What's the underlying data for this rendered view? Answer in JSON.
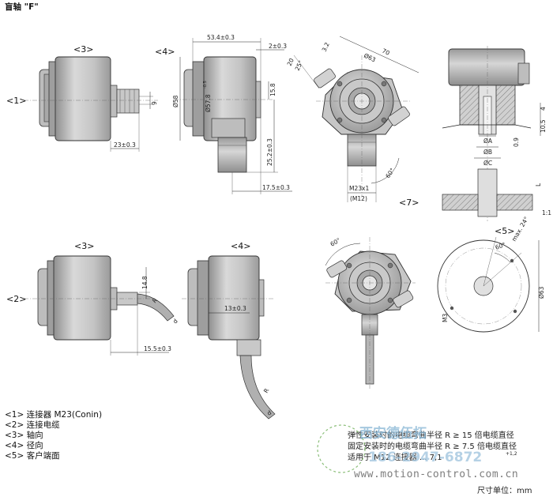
{
  "title": "盲轴 \"F\"",
  "tags": {
    "t1": "<1>",
    "t2": "<2>",
    "t3a": "<3>",
    "t3b": "<3>",
    "t4a": "<4>",
    "t4b": "<4>",
    "t5": "<5>",
    "t7": "<7>"
  },
  "dims": {
    "d23": "23±0.3",
    "d9": "9",
    "d534": "53.4±0.3",
    "d2": "2±0.3",
    "d58": "Ø58",
    "d576": "Ø57.8",
    "d576sup": "-0.5",
    "d158": "15.8",
    "d252": "25.2±0.3",
    "d175": "17.5±0.3",
    "d70": "70",
    "d63": "Ø63",
    "d32": "3.2",
    "d20": "20",
    "d25": "25°",
    "d60a": "60°",
    "dm23": "M23x1",
    "dm12": "(M12)",
    "d4": "4",
    "d105": "10.5",
    "d09": "0.9",
    "dA": "ØA",
    "dB": "ØB",
    "dC": "ØC",
    "dL": "L",
    "d148": "14.8",
    "d155": "15.5±0.3",
    "d13": "13±0.3",
    "dR1": "R",
    "dR2": "R",
    "dd1": "d",
    "dd2": "d",
    "d60b": "60°",
    "d60c": "60°",
    "dmax": "max. 24°",
    "d63b": "Ø63",
    "dM3": "M3",
    "scale": "1:1"
  },
  "legend": [
    "<1> 连接器 M23(Conin)",
    "<2> 连接电缆",
    "<3> 轴向",
    "<4> 径向",
    "<5> 客户端面"
  ],
  "notes": [
    "弹性安装时的电缆弯曲半径 R ≥ 15 倍电缆直径",
    "固定安装时的电缆弯曲半径 R ≥ 7.5 倍电缆直径",
    "适用于 M12 连接器 ... 7,1",
    "+1,2"
  ],
  "unit": "尺寸单位：mm",
  "watermark": {
    "company": "西安德伍拓",
    "phone": "186-2947-6872",
    "url": "www.motion-control.com.cn"
  }
}
